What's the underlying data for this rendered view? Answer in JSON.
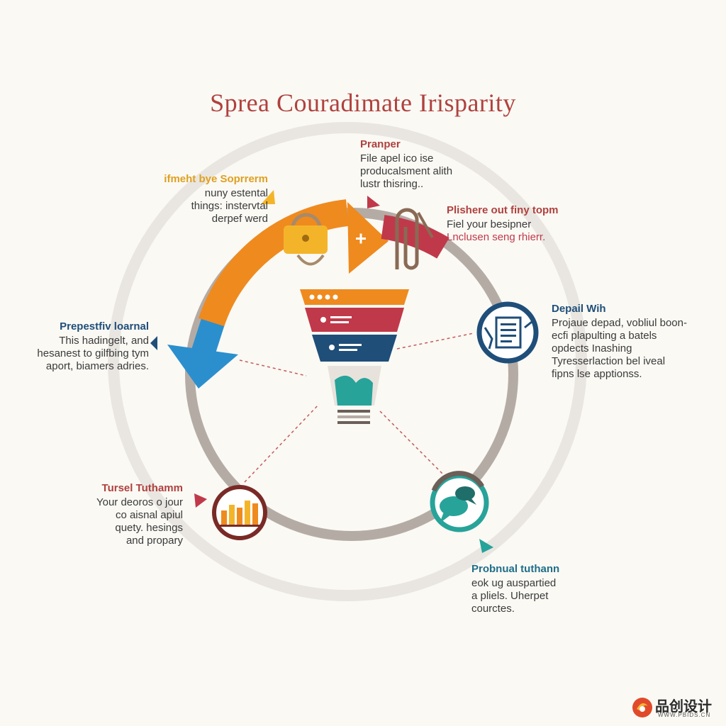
{
  "title": "Sprea Couradimate Irisparity",
  "colors": {
    "title": "#b0413e",
    "orange": "#ef8a1f",
    "yellow": "#f4b42a",
    "red": "#c0394a",
    "navy": "#1f4e79",
    "blue": "#2b8fce",
    "teal": "#27a39a",
    "gray_ring": "#b5aba5",
    "light_ring": "#e9e6e1"
  },
  "labels": {
    "top_left": {
      "heading": "ifmeht bye Soprrerm",
      "lines": [
        "nuny estental",
        "things: instervtal",
        "derpef werd"
      ]
    },
    "top_center": {
      "heading": "Pranper",
      "lines": [
        "File apel ico ise",
        "producalsment alith",
        "lustr thisring.."
      ]
    },
    "top_right": {
      "heading": "Plishere out finy topm",
      "lines": [
        "Fiel your besipner",
        "Lnclusen seng rhierr."
      ]
    },
    "left": {
      "heading": "Prepestfiv loarnal",
      "lines": [
        "This hadingelt, and",
        "hesanest to gilfbing tym",
        "aport, biamers adries."
      ]
    },
    "right": {
      "heading": "Depail Wih",
      "lines": [
        "Projaue depad, vobliul boon-",
        "ecfi plapulting a batels",
        "opdects Inashing",
        "Tyresserlaction bel iveal",
        "fipns lse apptionss."
      ]
    },
    "bottom_left": {
      "heading": "Tursel Tuthamm",
      "lines": [
        "Your deoros o jour",
        "co aisnal apiul",
        "quety. hesings",
        "and propary"
      ]
    },
    "bottom_right": {
      "heading": "Probnual tuthann",
      "lines": [
        "eok ug auspartied",
        "a pliels. Uherpet",
        "courctes."
      ]
    }
  },
  "icons": {
    "top_left": "padlock-icon",
    "top_right": "paperclip-icon",
    "right": "document-icon",
    "bottom_left": "bar-chart-icon",
    "bottom_right": "chat-bubbles-icon",
    "center": "funnel-icon",
    "arrow_plus": "plus-icon"
  },
  "watermark": {
    "text": "品创设计",
    "sub": "WWW.PBIDS.CN"
  }
}
